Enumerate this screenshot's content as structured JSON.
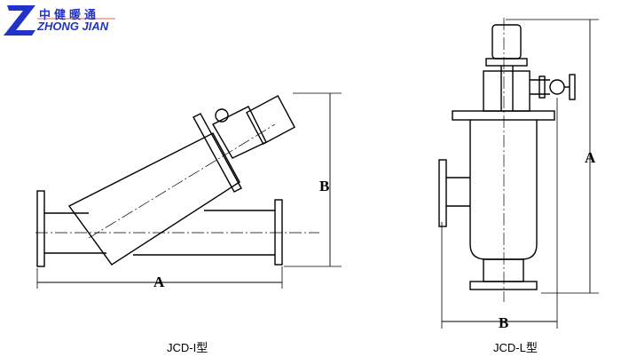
{
  "logo": {
    "chinese": "中健暖通",
    "english": "ZHONG JIAN",
    "color": "#2233cc"
  },
  "diagram_left": {
    "caption": "JCD-I型",
    "dim_a": "A",
    "dim_b": "B"
  },
  "diagram_right": {
    "caption": "JCD-L型",
    "dim_a": "A",
    "dim_b": "B"
  }
}
